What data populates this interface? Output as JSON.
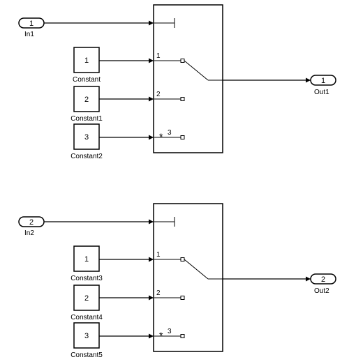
{
  "diagram": {
    "stroke_color": "#000000",
    "background": "#ffffff",
    "groups": [
      {
        "inport": {
          "number": "1",
          "name": "In1"
        },
        "outport": {
          "number": "1",
          "name": "Out1"
        },
        "constants": [
          {
            "value": "1",
            "name": "Constant"
          },
          {
            "value": "2",
            "name": "Constant1"
          },
          {
            "value": "3",
            "name": "Constant2"
          }
        ],
        "switch_port_labels": [
          "1",
          "2",
          "3"
        ],
        "default_marker": "*"
      },
      {
        "inport": {
          "number": "2",
          "name": "In2"
        },
        "outport": {
          "number": "2",
          "name": "Out2"
        },
        "constants": [
          {
            "value": "1",
            "name": "Constant3"
          },
          {
            "value": "2",
            "name": "Constant4"
          },
          {
            "value": "3",
            "name": "Constant5"
          }
        ],
        "switch_port_labels": [
          "1",
          "2",
          "3"
        ],
        "default_marker": "*"
      }
    ]
  }
}
